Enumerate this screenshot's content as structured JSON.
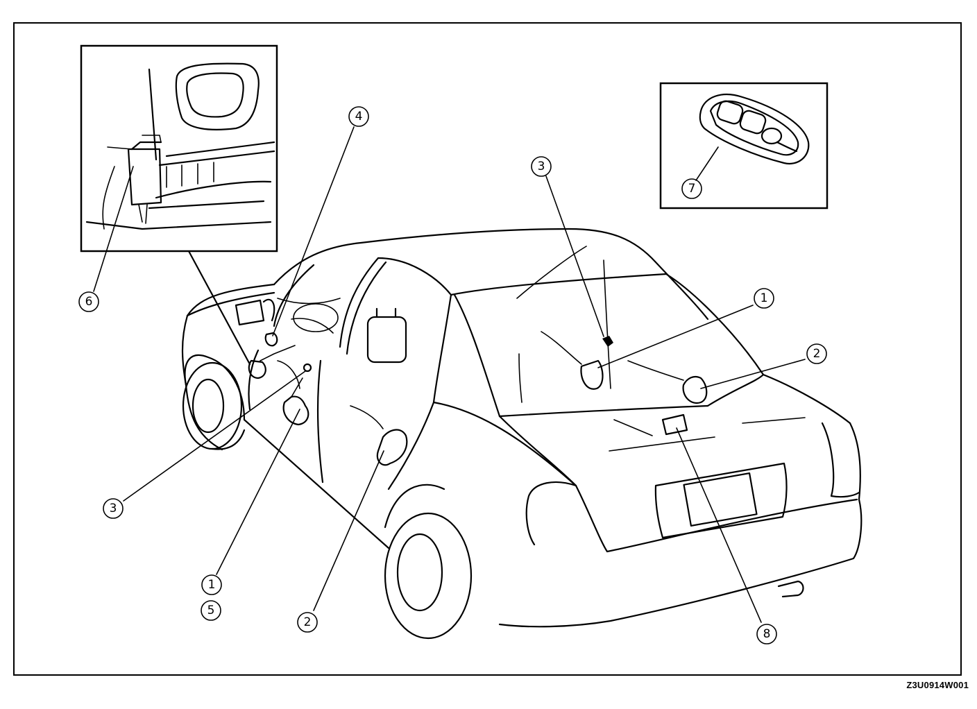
{
  "figure": {
    "reference_code": "Z3U0914W001"
  },
  "callouts": [
    {
      "id": "c4",
      "label": "4"
    },
    {
      "id": "c3-rear",
      "label": "3"
    },
    {
      "id": "c1-rear",
      "label": "1"
    },
    {
      "id": "c2-rear",
      "label": "2"
    },
    {
      "id": "c7",
      "label": "7"
    },
    {
      "id": "c6",
      "label": "6"
    },
    {
      "id": "c3-front",
      "label": "3"
    },
    {
      "id": "c1-front",
      "label": "1"
    },
    {
      "id": "c5",
      "label": "5"
    },
    {
      "id": "c2-front",
      "label": "2"
    },
    {
      "id": "c8",
      "label": "8"
    }
  ],
  "icons": {
    "vehicle": "sedan-outline-icon",
    "key_fob": "key-fob-icon",
    "module_detail": "control-module-detail-icon"
  }
}
